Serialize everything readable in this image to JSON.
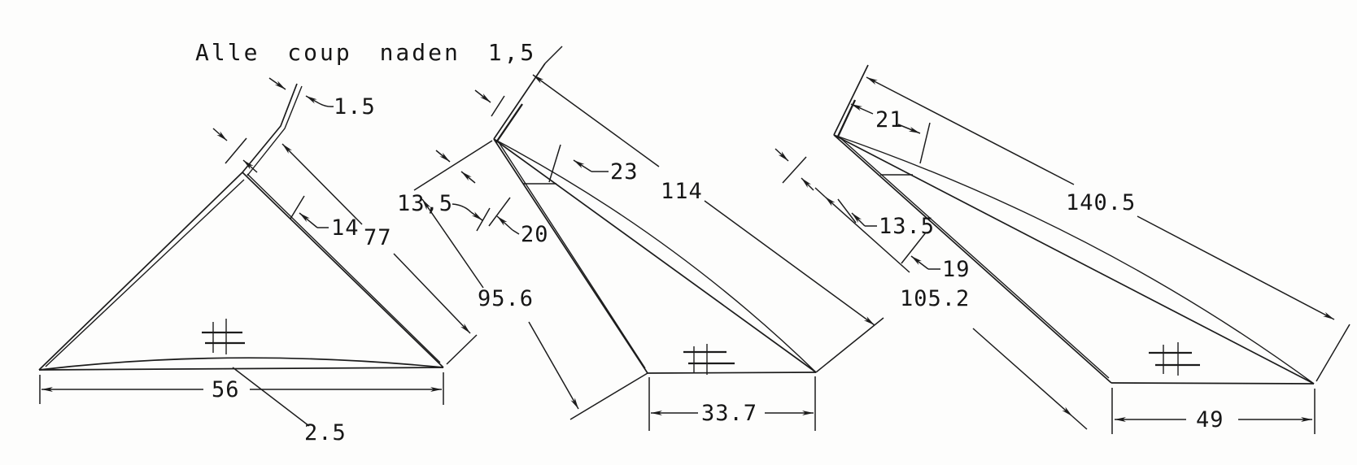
{
  "title": "Alle coup naden 1,5",
  "panels": {
    "left": {
      "seam_width": "1.5",
      "seam_inner_offset": "14",
      "leech_length": "77",
      "foot_width": "56",
      "foot_round": "2.5"
    },
    "middle": {
      "head_width": "23",
      "head_seam": "13,5",
      "luff_seam_tick": "20",
      "luff_length": "95.6",
      "leech_length": "114",
      "foot_width": "33.7"
    },
    "right": {
      "head_width": "21",
      "head_seam": "13.5",
      "luff_seam_tick": "19",
      "luff_length": "105.2",
      "leech_length": "140.5",
      "foot_width": "49"
    }
  }
}
